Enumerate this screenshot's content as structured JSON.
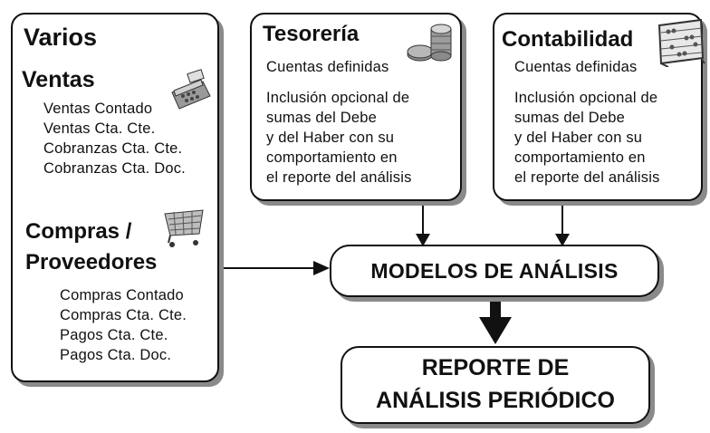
{
  "varios": {
    "title": "Varios",
    "ventas": {
      "title": "Ventas",
      "icon": "cash-register-icon",
      "items": [
        "Ventas Contado",
        "Ventas Cta. Cte.",
        "Cobranzas Cta. Cte.",
        "Cobranzas Cta. Doc."
      ]
    },
    "compras": {
      "title_line1": "Compras /",
      "title_line2": "Proveedores",
      "icon": "shopping-cart-icon",
      "items": [
        "Compras Contado",
        "Compras Cta. Cte.",
        "Pagos Cta. Cte.",
        "Pagos Cta. Doc."
      ]
    }
  },
  "tesoreria": {
    "title": "Tesorería",
    "icon": "coins-icon",
    "subtitle": "Cuentas definidas",
    "lines": [
      "Inclusión opcional de",
      "sumas del Debe",
      "y del Haber con su",
      "comportamiento en",
      "el reporte del análisis"
    ]
  },
  "contabilidad": {
    "title": "Contabilidad",
    "icon": "abacus-icon",
    "subtitle": "Cuentas definidas",
    "lines": [
      "Inclusión opcional de",
      "sumas del Debe",
      "y del Haber con su",
      "comportamiento en",
      "el reporte del análisis"
    ]
  },
  "modelos": {
    "label": "MODELOS DE ANÁLISIS"
  },
  "reporte": {
    "line1": "REPORTE DE",
    "line2": "ANÁLISIS PERIÓDICO"
  }
}
